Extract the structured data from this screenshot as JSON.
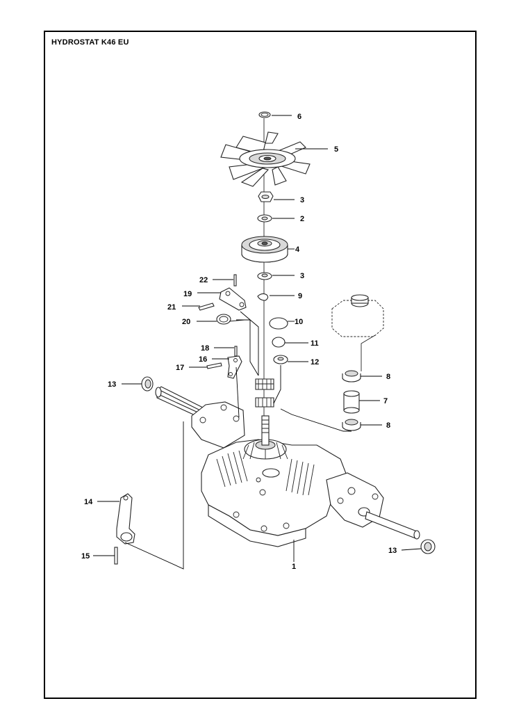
{
  "title": "HYDROSTAT K46 EU",
  "callouts": [
    {
      "id": "c6",
      "text": "6"
    },
    {
      "id": "c5",
      "text": "5"
    },
    {
      "id": "c3a",
      "text": "3"
    },
    {
      "id": "c2",
      "text": "2"
    },
    {
      "id": "c4",
      "text": "4"
    },
    {
      "id": "c3b",
      "text": "3"
    },
    {
      "id": "c22",
      "text": "22"
    },
    {
      "id": "c9",
      "text": "9"
    },
    {
      "id": "c19",
      "text": "19"
    },
    {
      "id": "c21",
      "text": "21"
    },
    {
      "id": "c10",
      "text": "10"
    },
    {
      "id": "c20",
      "text": "20"
    },
    {
      "id": "c11",
      "text": "11"
    },
    {
      "id": "c18",
      "text": "18"
    },
    {
      "id": "c16",
      "text": "16"
    },
    {
      "id": "c12",
      "text": "12"
    },
    {
      "id": "c17",
      "text": "17"
    },
    {
      "id": "c8a",
      "text": "8"
    },
    {
      "id": "c13a",
      "text": "13"
    },
    {
      "id": "c7",
      "text": "7"
    },
    {
      "id": "c8b",
      "text": "8"
    },
    {
      "id": "c14",
      "text": "14"
    },
    {
      "id": "c15",
      "text": "15"
    },
    {
      "id": "c13b",
      "text": "13"
    },
    {
      "id": "c1",
      "text": "1"
    }
  ]
}
